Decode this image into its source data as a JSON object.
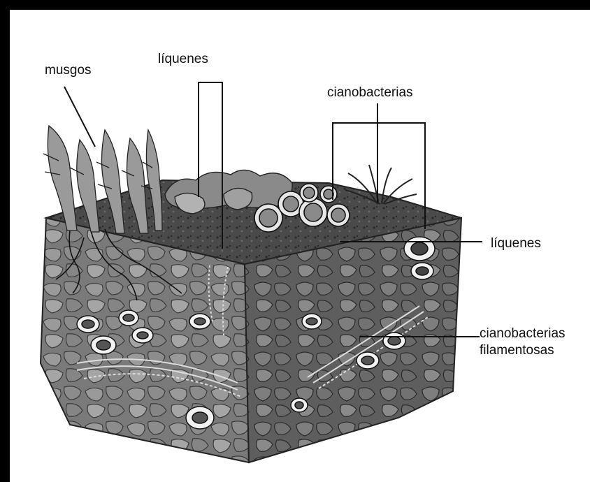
{
  "labels": {
    "musgos": "musgos",
    "liquenes_top": "líquenes",
    "cianobacterias": "cianobacterias",
    "liquenes_right": "líquenes",
    "cianobacterias_filamentosas_line1": "cianobacterias",
    "cianobacterias_filamentosas_line2": "filamentosas"
  }
}
